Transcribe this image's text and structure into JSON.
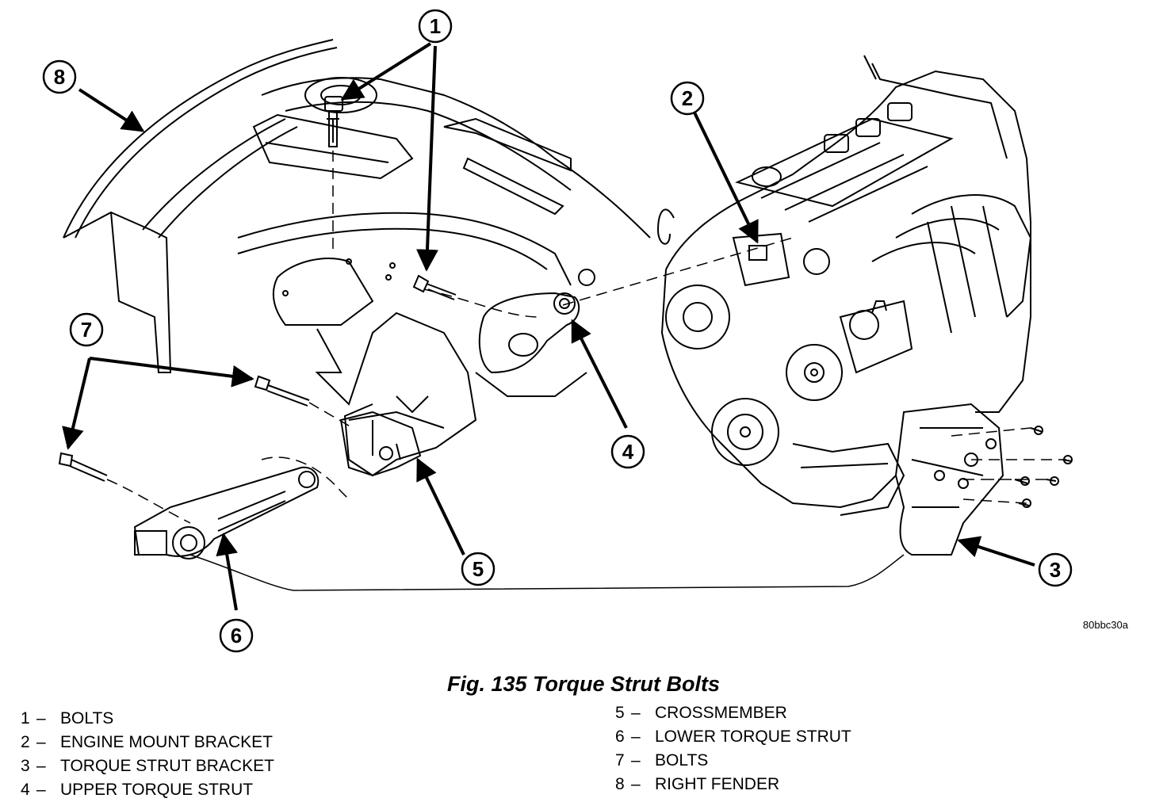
{
  "figure": {
    "image_id": "80bbc30a",
    "caption": "Fig. 135 Torque Strut Bolts"
  },
  "callouts": [
    {
      "number": "1"
    },
    {
      "number": "2"
    },
    {
      "number": "3"
    },
    {
      "number": "4"
    },
    {
      "number": "5"
    },
    {
      "number": "6"
    },
    {
      "number": "7"
    },
    {
      "number": "8"
    }
  ],
  "legend": {
    "dash": "–",
    "left": [
      {
        "number": "1",
        "label": "BOLTS"
      },
      {
        "number": "2",
        "label": "ENGINE MOUNT BRACKET"
      },
      {
        "number": "3",
        "label": "TORQUE STRUT BRACKET"
      },
      {
        "number": "4",
        "label": "UPPER TORQUE STRUT"
      }
    ],
    "right": [
      {
        "number": "5",
        "label": "CROSSMEMBER"
      },
      {
        "number": "6",
        "label": "LOWER TORQUE STRUT"
      },
      {
        "number": "7",
        "label": "BOLTS"
      },
      {
        "number": "8",
        "label": "RIGHT FENDER"
      }
    ]
  }
}
